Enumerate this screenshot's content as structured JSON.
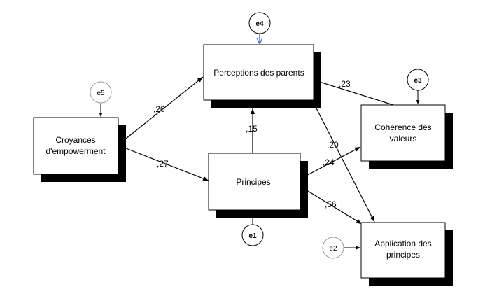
{
  "nodes": {
    "croyances": [
      "Croyances",
      "d'empowerment"
    ],
    "perceptions": [
      "Perceptions des parents"
    ],
    "principes": [
      "Principes"
    ],
    "coherence": [
      "Cohérence des",
      "valeurs"
    ],
    "application": [
      "Application des",
      "principes"
    ]
  },
  "errors": {
    "e1": "e1",
    "e2": "e2",
    "e3": "e3",
    "e4": "e4",
    "e5": "e5"
  },
  "paths": {
    "croyances_perceptions": ",20",
    "croyances_principes": ",27",
    "principes_perceptions": ",15",
    "perceptions_coherence": ",23",
    "perceptions_application": ",20",
    "principes_coherence": ",24",
    "principes_application": ",56"
  },
  "colors": {
    "line": "#000000",
    "shadow": "#000000",
    "box_fill": "#ffffff",
    "e4_arrow": "#4a74c9",
    "error_stroke_light": "#999999"
  }
}
